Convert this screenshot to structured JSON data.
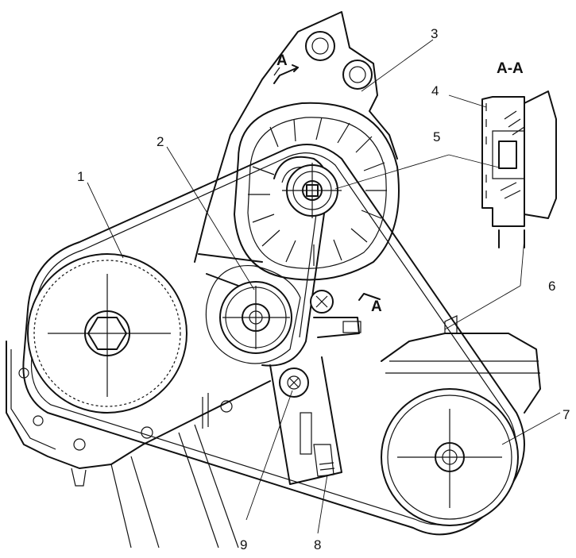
{
  "callouts": [
    "1",
    "2",
    "3",
    "4",
    "5",
    "6",
    "7",
    "8",
    "9"
  ],
  "section_marks": {
    "upper": "A",
    "lower": "A"
  },
  "detail_title": "A-A"
}
